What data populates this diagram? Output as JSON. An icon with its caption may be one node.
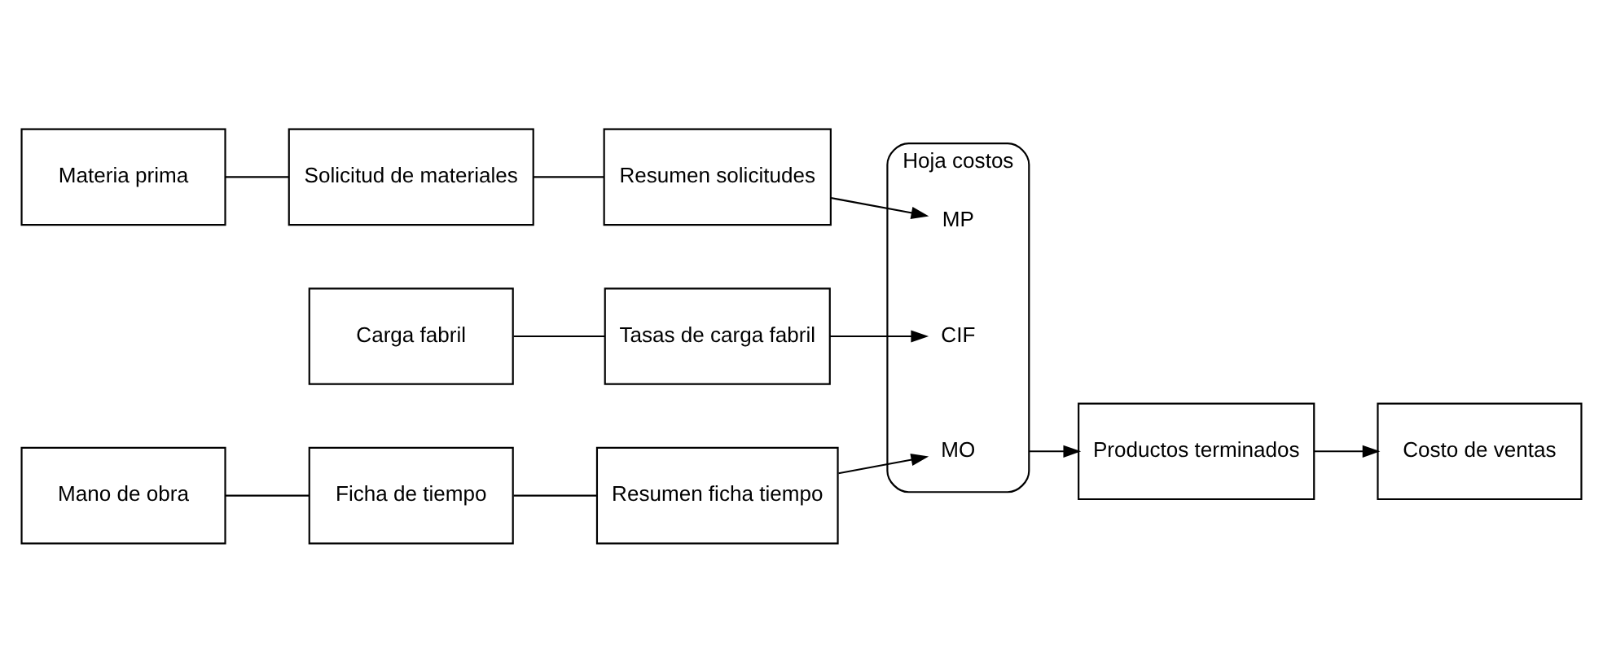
{
  "diagram": {
    "nodes": [
      {
        "text": [
          "Materia prima"
        ]
      },
      {
        "text": [
          "Solicitud de materiales"
        ]
      },
      {
        "text": [
          "Resumen solicitudes"
        ]
      },
      {
        "text": [
          "Hoja costos"
        ]
      },
      {
        "text": [
          "MP"
        ],
        "in": 3
      },
      {
        "text": [
          "MO"
        ],
        "in": 3
      },
      {
        "text": [
          "CIF"
        ],
        "in": 3
      },
      {
        "text": [
          "Carga fabril"
        ]
      },
      {
        "text": [
          "Tasas de carga fabril"
        ]
      },
      {
        "text": [
          "Mano de obra"
        ]
      },
      {
        "text": [
          "Ficha de tiempo"
        ]
      },
      {
        "text": [
          "Resumen ficha tiempo"
        ]
      },
      {
        "text": [
          "Productos terminados"
        ]
      },
      {
        "text": [
          "Costo de ventas"
        ]
      }
    ],
    "edges": [
      {
        "from": 0,
        "to": 1,
        "arrow": "none"
      },
      {
        "from": 1,
        "to": 2,
        "arrow": "none"
      },
      {
        "from": 2,
        "to": 4,
        "arrow": "to"
      },
      {
        "from": 7,
        "to": 8,
        "arrow": "none"
      },
      {
        "from": 8,
        "to": 6,
        "arrow": "to"
      },
      {
        "from": 9,
        "to": 10,
        "arrow": "none"
      },
      {
        "from": 10,
        "to": 11,
        "arrow": "none"
      },
      {
        "from": 11,
        "to": 5,
        "arrow": "to"
      },
      {
        "from": 3,
        "to": 12,
        "arrow": "to"
      },
      {
        "from": 12,
        "to": 13,
        "arrow": "to"
      }
    ]
  }
}
